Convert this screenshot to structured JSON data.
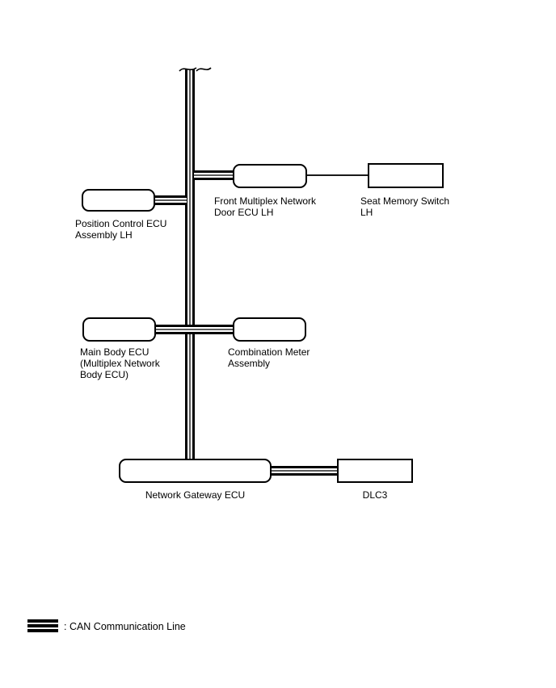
{
  "diagram": {
    "type": "network-topology",
    "bus": "CAN communication bus (vertical, continues off-screen at top)",
    "nodes": {
      "position_control": {
        "label": "Position Control ECU\nAssembly LH",
        "shape": "rounded"
      },
      "front_multiplex": {
        "label": "Front Multiplex Network\nDoor ECU LH",
        "shape": "rounded"
      },
      "seat_memory": {
        "label": "Seat Memory Switch\nLH",
        "shape": "rectangle"
      },
      "main_body": {
        "label": "Main Body ECU\n(Multiplex Network\nBody ECU)",
        "shape": "rounded"
      },
      "combination_meter": {
        "label": "Combination Meter\nAssembly",
        "shape": "rounded"
      },
      "network_gateway": {
        "label": "Network Gateway ECU",
        "shape": "rounded"
      },
      "dlc3": {
        "label": "DLC3",
        "shape": "rectangle"
      }
    },
    "connections": [
      {
        "from": "can_bus",
        "to": "position_control",
        "style": "can-line"
      },
      {
        "from": "can_bus",
        "to": "front_multiplex",
        "style": "can-line"
      },
      {
        "from": "can_bus",
        "to": "main_body",
        "style": "can-line"
      },
      {
        "from": "can_bus",
        "to": "combination_meter",
        "style": "can-line"
      },
      {
        "from": "can_bus",
        "to": "network_gateway",
        "style": "can-line"
      },
      {
        "from": "network_gateway",
        "to": "dlc3",
        "style": "can-line"
      },
      {
        "from": "front_multiplex",
        "to": "seat_memory",
        "style": "single-wire"
      }
    ],
    "legend": {
      "label": ": CAN Communication Line"
    },
    "colors": {
      "line": "#000000",
      "background": "#ffffff",
      "box_fill": "#ffffff"
    }
  }
}
